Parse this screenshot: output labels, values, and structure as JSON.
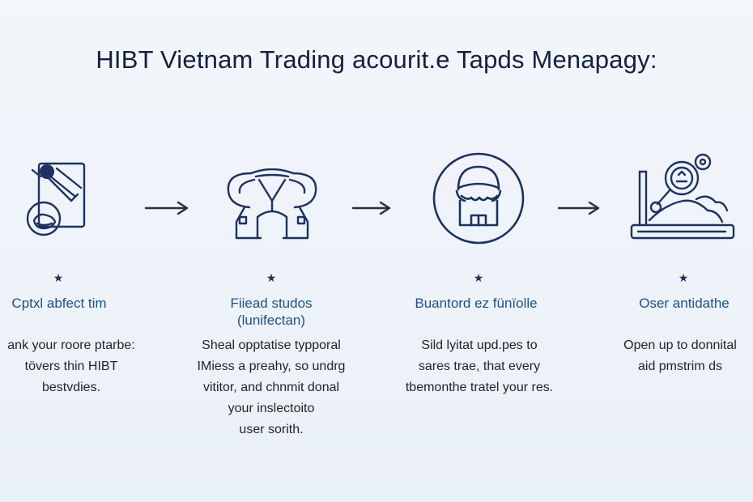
{
  "title": "HIBT Vietnam Trading acourit.e Tapds Menapagy:",
  "colors": {
    "navy": "#1e3160",
    "accent_blue": "#1f4f86",
    "text_dark": "#1f232b",
    "background": "#eef3f9"
  },
  "steps": [
    {
      "icon": "person-with-tablet-icon",
      "star": "★",
      "label": "Cptxl abfect tim",
      "description": "ank your roore ptarbe:\ntövers thin HIBT\nbestvdies."
    },
    {
      "icon": "safety-harness-icon",
      "star": "★",
      "label": "Fiiead studos\n(lunifectan)",
      "description": "Sheal opptatise typporal\nIMiess a preahy, so undrg\nvititor, and chnmit donal\nyour inslectoito\nuser sorith."
    },
    {
      "icon": "user-portrait-circle-icon",
      "star": "★",
      "label": "Buantord ez fünïolle",
      "description": "Sild lyitat upd.pes to\nsares trae, that every\ntbemonthe tratel your res."
    },
    {
      "icon": "laptop-with-magnifier-icon",
      "star": "★",
      "label": "Oser antidathe",
      "description": "Open up to donnital\naid pmstrim ds"
    }
  ],
  "arrows": [
    {
      "icon": "arrow-right-icon"
    },
    {
      "icon": "arrow-right-icon"
    },
    {
      "icon": "arrow-right-icon"
    }
  ]
}
